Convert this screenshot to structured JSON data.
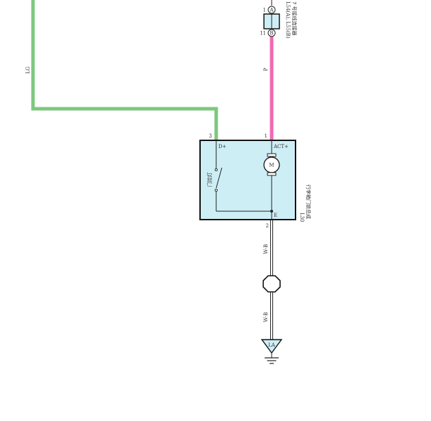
{
  "wires": {
    "green": {
      "code": "LG",
      "color": "#7dc77d"
    },
    "pink": {
      "code": "P",
      "color": "#f06ab4"
    },
    "ground_upper": {
      "code": "W-B"
    },
    "ground_lower": {
      "code": "W-B"
    }
  },
  "connector_top": {
    "pin_top": "A",
    "pin_top_num": "1",
    "pin_bottom": "B",
    "pin_bottom_num": "11",
    "code": "L54(A), L55(B)",
    "name": "7 号接线连接器"
  },
  "module": {
    "pin_d_num": "3",
    "pin_d_label": "D+",
    "pin_act_num": "1",
    "pin_act_label": "ACT+",
    "pin_e_num": "2",
    "pin_e_label": "E",
    "motor_label": "M",
    "switch_label": "门控灯",
    "code": "L30",
    "name": "行李箱门锁总成",
    "fill": "#cdeef5"
  },
  "ground": {
    "label": "LA"
  }
}
